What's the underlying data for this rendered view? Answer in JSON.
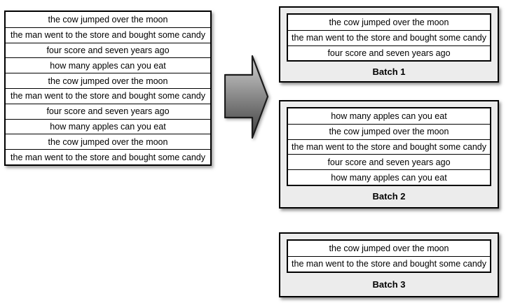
{
  "diagram": {
    "source_list": {
      "rows": [
        "the cow jumped over the moon",
        "the man went to the store and bought some candy",
        "four score and seven years ago",
        "how many apples can you eat",
        "the cow jumped over the moon",
        "the man went to the store and bought some candy",
        "four score and seven years ago",
        "how many apples can you eat",
        "the cow jumped over the moon",
        "the man went to the store and bought some candy"
      ]
    },
    "arrow_icon": "right-block-arrow",
    "batches": [
      {
        "label": "Batch 1",
        "rows": [
          "the cow jumped over the moon",
          "the man went to the store and bought some candy",
          "four score and seven years ago"
        ]
      },
      {
        "label": "Batch 2",
        "rows": [
          "how many apples can you eat",
          "the cow jumped over the moon",
          "the man went to the store and bought some candy",
          "four score and seven years ago",
          "how many apples can you eat"
        ]
      },
      {
        "label": "Batch 3",
        "rows": [
          "the cow jumped over the moon",
          "the man went to the store and bought some candy"
        ]
      }
    ]
  },
  "colors": {
    "row_bg": "#ffffff",
    "border": "#000000",
    "batch_panel_bg": "#ececec",
    "arrow_gradient_top": "#d2d2d2",
    "arrow_gradient_bottom": "#3e3e3e",
    "arrow_stroke": "#1c1c1c"
  }
}
